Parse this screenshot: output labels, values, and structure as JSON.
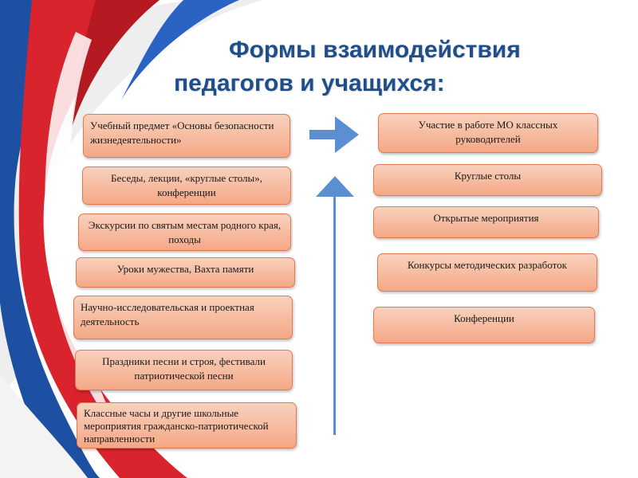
{
  "title": {
    "line1": "Формы взаимодействия",
    "line2": "педагогов и учащихся:"
  },
  "left_boxes": [
    "Учебный предмет «Основы безопасности жизнедеятельности»",
    "Беседы, лекции, «круглые столы», конференции",
    "Экскурсии по святым местам родного края, походы",
    "Уроки мужества, Вахта памяти",
    "Научно-исследовательская и проектная деятельность",
    "Праздники песни и строя, фестивали патриотической песни",
    "Классные часы и другие школьные мероприятия гражданско-патриотической направленности"
  ],
  "right_boxes": [
    "Участие в работе МО классных руководителей",
    "Круглые столы",
    "Открытые мероприятия",
    "Конкурсы методических разработок",
    "Конференции"
  ],
  "colors": {
    "title": "#1f4e8c",
    "box_fill": "#f4a886",
    "box_border": "#e07a52",
    "arrow": "#5b8fd1",
    "flag_red": "#d9232d",
    "flag_blue": "#1d4fa3"
  }
}
